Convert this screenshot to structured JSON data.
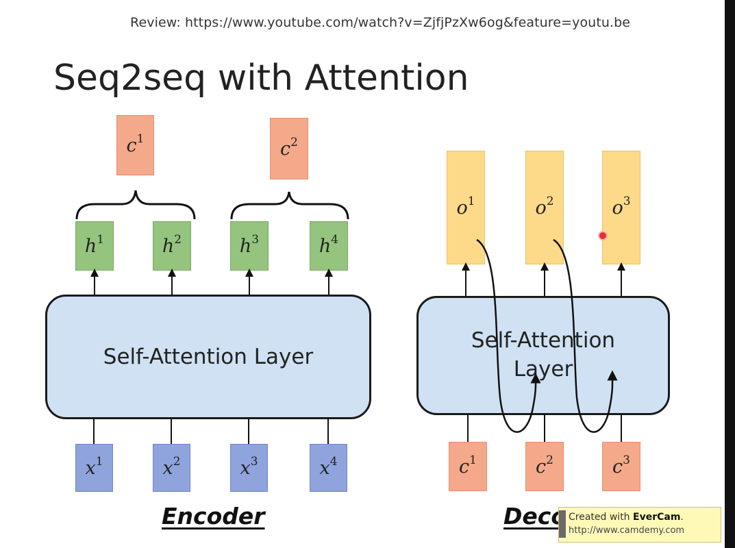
{
  "review_text": "Review: https://www.youtube.com/watch?v=ZjfjPzXw6og&feature=youtu.be",
  "title": "Seq2seq with Attention",
  "encoder": {
    "layer_label": "Self-Attention Layer",
    "context_nodes": [
      {
        "base": "c",
        "sup": "1"
      },
      {
        "base": "c",
        "sup": "2"
      }
    ],
    "hidden_nodes": [
      {
        "base": "h",
        "sup": "1"
      },
      {
        "base": "h",
        "sup": "2"
      },
      {
        "base": "h",
        "sup": "3"
      },
      {
        "base": "h",
        "sup": "4"
      }
    ],
    "input_nodes": [
      {
        "base": "x",
        "sup": "1"
      },
      {
        "base": "x",
        "sup": "2"
      },
      {
        "base": "x",
        "sup": "3"
      },
      {
        "base": "x",
        "sup": "4"
      }
    ],
    "label": "Encoder"
  },
  "decoder": {
    "layer_label_line1": "Self-Attention",
    "layer_label_line2": "Layer",
    "output_nodes": [
      {
        "base": "o",
        "sup": "1"
      },
      {
        "base": "o",
        "sup": "2"
      },
      {
        "base": "o",
        "sup": "3"
      }
    ],
    "input_nodes": [
      {
        "base": "c",
        "sup": "1"
      },
      {
        "base": "c",
        "sup": "2"
      },
      {
        "base": "c",
        "sup": "3"
      }
    ],
    "label": "Decoder"
  },
  "watermark": {
    "prefix": "Created with ",
    "brand": "EverCam",
    "suffix": ".",
    "url": "http://www.camdemy.com"
  },
  "colors": {
    "context": "#f4a98a",
    "hidden": "#94c47e",
    "input": "#8fa3dc",
    "output": "#fdd98a",
    "layer": "#cfe1f3"
  }
}
